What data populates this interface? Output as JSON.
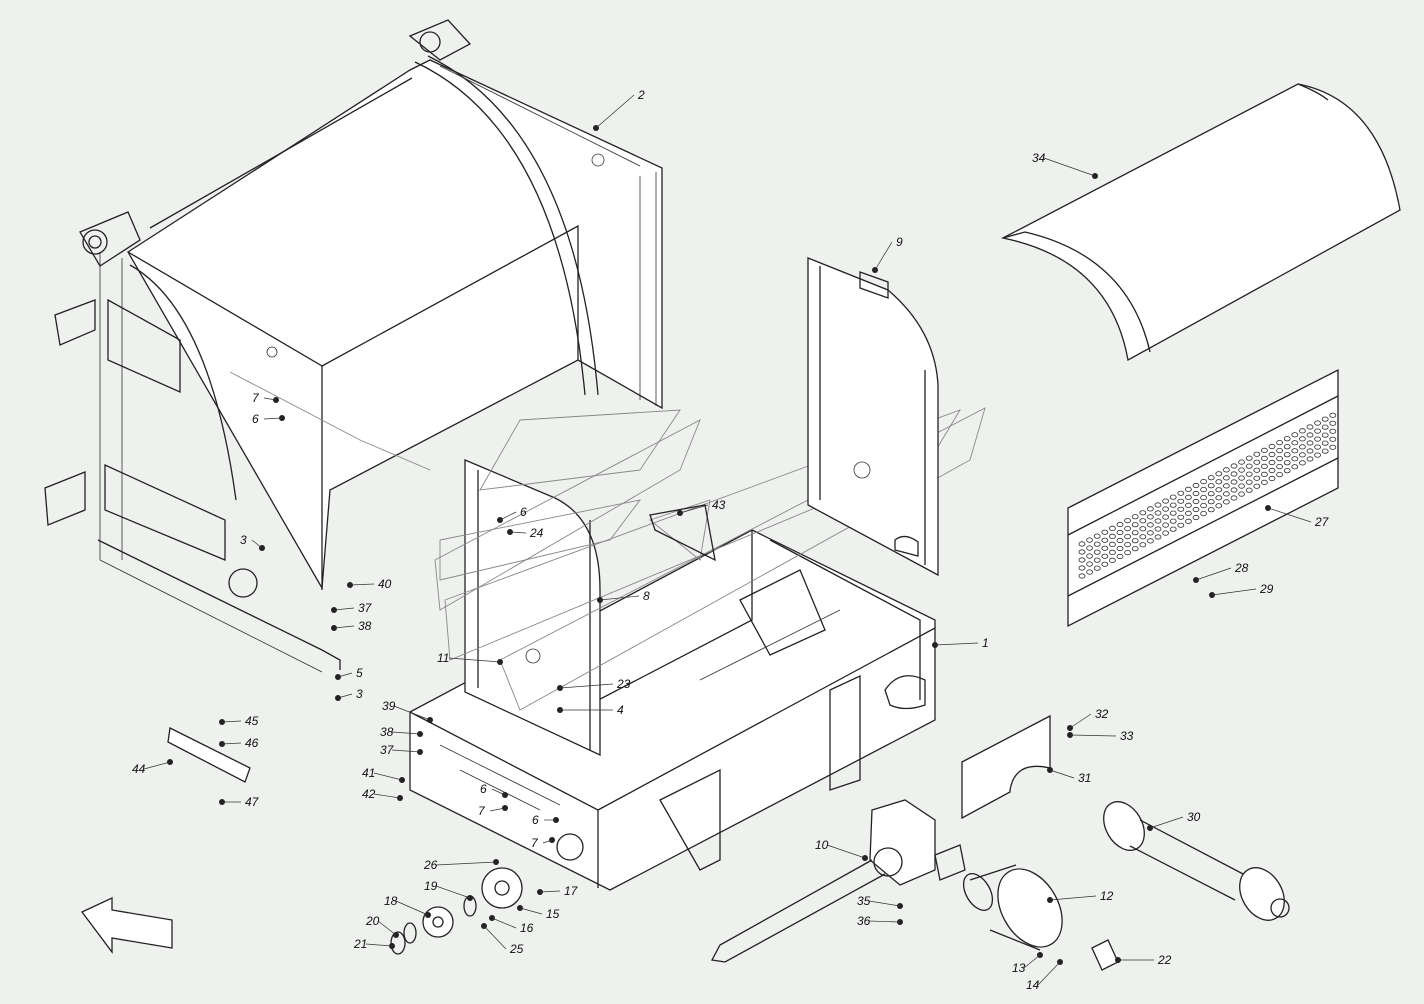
{
  "callouts": [
    {
      "id": "c1",
      "text": "1"
    },
    {
      "id": "c2",
      "text": "2"
    },
    {
      "id": "c3a",
      "text": "3"
    },
    {
      "id": "c3b",
      "text": "3"
    },
    {
      "id": "c4",
      "text": "4"
    },
    {
      "id": "c5",
      "text": "5"
    },
    {
      "id": "c6a",
      "text": "6"
    },
    {
      "id": "c6b",
      "text": "6"
    },
    {
      "id": "c6c",
      "text": "6"
    },
    {
      "id": "c6d",
      "text": "6"
    },
    {
      "id": "c7a",
      "text": "7"
    },
    {
      "id": "c7b",
      "text": "7"
    },
    {
      "id": "c7c",
      "text": "7"
    },
    {
      "id": "c8",
      "text": "8"
    },
    {
      "id": "c9",
      "text": "9"
    },
    {
      "id": "c10",
      "text": "10"
    },
    {
      "id": "c11",
      "text": "11"
    },
    {
      "id": "c12",
      "text": "12"
    },
    {
      "id": "c13",
      "text": "13"
    },
    {
      "id": "c14",
      "text": "14"
    },
    {
      "id": "c15",
      "text": "15"
    },
    {
      "id": "c16",
      "text": "16"
    },
    {
      "id": "c17",
      "text": "17"
    },
    {
      "id": "c18",
      "text": "18"
    },
    {
      "id": "c19",
      "text": "19"
    },
    {
      "id": "c20",
      "text": "20"
    },
    {
      "id": "c21",
      "text": "21"
    },
    {
      "id": "c22",
      "text": "22"
    },
    {
      "id": "c23",
      "text": "23"
    },
    {
      "id": "c24",
      "text": "24"
    },
    {
      "id": "c25",
      "text": "25"
    },
    {
      "id": "c26",
      "text": "26"
    },
    {
      "id": "c27",
      "text": "27"
    },
    {
      "id": "c28",
      "text": "28"
    },
    {
      "id": "c29",
      "text": "29"
    },
    {
      "id": "c30",
      "text": "30"
    },
    {
      "id": "c31",
      "text": "31"
    },
    {
      "id": "c32",
      "text": "32"
    },
    {
      "id": "c33",
      "text": "33"
    },
    {
      "id": "c34",
      "text": "34"
    },
    {
      "id": "c35",
      "text": "35"
    },
    {
      "id": "c36",
      "text": "36"
    },
    {
      "id": "c37a",
      "text": "37"
    },
    {
      "id": "c37b",
      "text": "37"
    },
    {
      "id": "c38a",
      "text": "38"
    },
    {
      "id": "c38b",
      "text": "38"
    },
    {
      "id": "c39",
      "text": "39"
    },
    {
      "id": "c40",
      "text": "40"
    },
    {
      "id": "c41",
      "text": "41"
    },
    {
      "id": "c42",
      "text": "42"
    },
    {
      "id": "c43",
      "text": "43"
    },
    {
      "id": "c44",
      "text": "44"
    },
    {
      "id": "c45",
      "text": "45"
    },
    {
      "id": "c46",
      "text": "46"
    },
    {
      "id": "c47",
      "text": "47"
    }
  ]
}
